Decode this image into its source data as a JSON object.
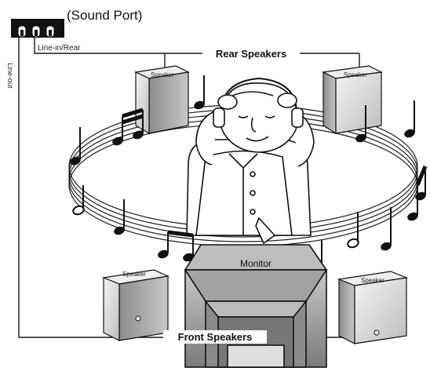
{
  "diagram": {
    "sound_port_label": "(Sound Port)",
    "line_in_rear_label": "Line-in/Rear",
    "line_out_label": "Line-out",
    "rear_speakers_label": "Rear Speakers",
    "front_speakers_label": "Front Speakers",
    "monitor_label": "Monitor",
    "speaker_labels": {
      "rear_left": "Speaker",
      "rear_right": "Speaker",
      "front_left": "Speaker",
      "front_right": "Speaker"
    }
  },
  "colors": {
    "line": "#1a1a1a",
    "speaker_front_face": "#d9d9d9",
    "speaker_side": "#a8a8a8",
    "speaker_top": "#f0f0f0",
    "monitor_body": "#9a9a9a",
    "monitor_dark": "#6f6f6f",
    "note_fill": "#111111",
    "background": "#ffffff"
  }
}
